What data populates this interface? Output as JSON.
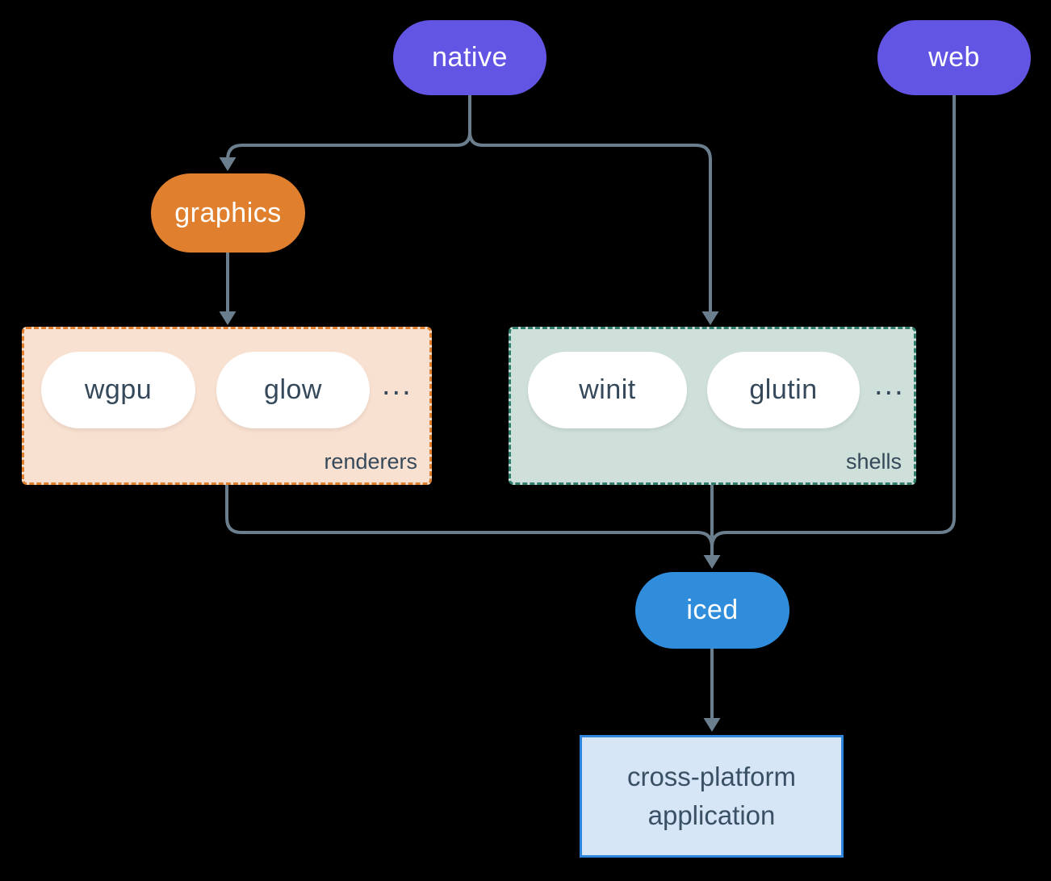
{
  "diagram": {
    "background_color": "#000000",
    "wire_color": "#6b7e8e",
    "nodes": {
      "native": {
        "label": "native",
        "fill": "#6355e4",
        "text_color": "#ffffff"
      },
      "web": {
        "label": "web",
        "fill": "#6355e4",
        "text_color": "#ffffff"
      },
      "graphics": {
        "label": "graphics",
        "fill": "#e0802f",
        "text_color": "#ffffff"
      },
      "iced": {
        "label": "iced",
        "fill": "#2f8ddb",
        "text_color": "#ffffff"
      },
      "application": {
        "label": "cross-platform application",
        "fill": "#d6e6f7",
        "border": "#2f86dc",
        "text_color": "#3a5165"
      }
    },
    "groups": {
      "renderers": {
        "label": "renderers",
        "fill": "#f9e1d1",
        "border": "#e0802f",
        "items": [
          "wgpu",
          "glow",
          "..."
        ]
      },
      "shells": {
        "label": "shells",
        "fill": "#cfdfd9",
        "border": "#2f7d6d",
        "items": [
          "winit",
          "glutin",
          "..."
        ]
      }
    },
    "edges": [
      {
        "from": "native",
        "to": "graphics"
      },
      {
        "from": "native",
        "to": "shells"
      },
      {
        "from": "graphics",
        "to": "renderers"
      },
      {
        "from": "renderers",
        "to": "iced"
      },
      {
        "from": "shells",
        "to": "iced"
      },
      {
        "from": "web",
        "to": "iced"
      },
      {
        "from": "iced",
        "to": "application"
      }
    ]
  }
}
